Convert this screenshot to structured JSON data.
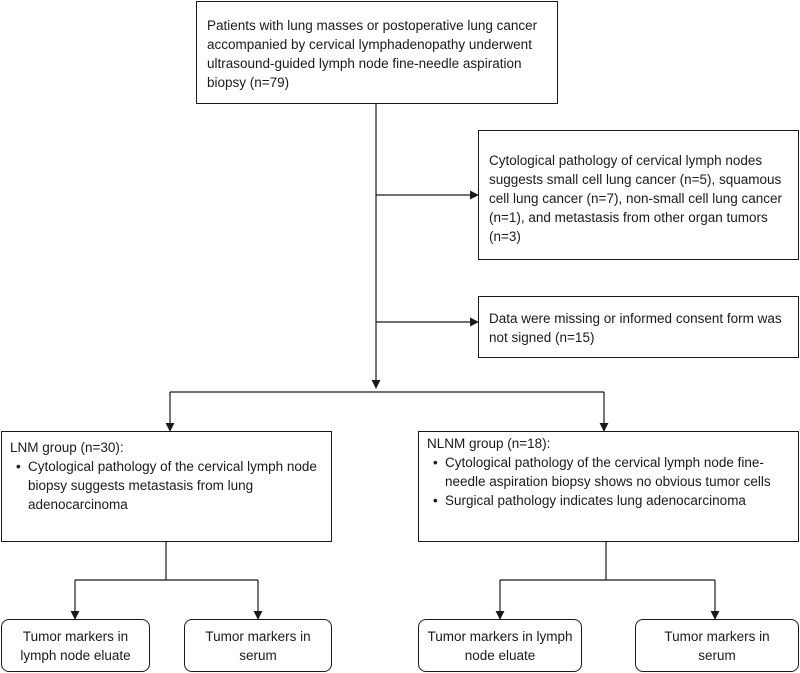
{
  "top_box": {
    "text": "Patients with lung masses or postoperative lung cancer accompanied by cervical lymphadenopathy underwent ultrasound-guided lymph node fine-needle aspiration biopsy (n=79)"
  },
  "exclusion_cytology": {
    "text": "Cytological pathology of cervical lymph nodes suggests small cell lung cancer (n=5), squamous cell lung cancer (n=7), non-small cell lung cancer (n=1), and metastasis from other organ tumors (n=3)"
  },
  "exclusion_missing": {
    "text": "Data were missing or informed consent form was not signed (n=15)"
  },
  "lnm_group": {
    "title": "LNM group (n=30):",
    "bullets": [
      "Cytological pathology of the cervical lymph node biopsy suggests metastasis from lung adenocarcinoma"
    ]
  },
  "nlnm_group": {
    "title": "NLNM group (n=18):",
    "bullets": [
      "Cytological pathology of the cervical lymph node fine-needle aspiration biopsy shows no obvious tumor cells",
      "Surgical pathology indicates lung adenocarcinoma"
    ]
  },
  "lnm_outcomes": {
    "eluate": "Tumor markers in lymph node eluate",
    "serum": "Tumor markers in serum"
  },
  "nlnm_outcomes": {
    "eluate": "Tumor markers in lymph node eluate",
    "serum": "Tumor markers in serum"
  }
}
